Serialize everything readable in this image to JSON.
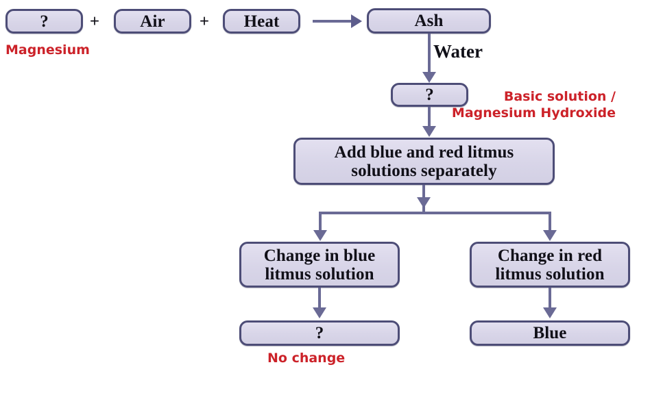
{
  "diagram": {
    "title": "Magnesium burning in air and litmus test flowchart",
    "colors": {
      "box_fill": "#dedbec",
      "box_border": "#4d4d77",
      "connector": "#6a6a95",
      "annotation_red": "#cc2229",
      "text": "#111018",
      "background": "#ffffff"
    },
    "nodes": {
      "reactant_unknown": "?",
      "air": "Air",
      "heat": "Heat",
      "product_ash": "Ash",
      "solution_unknown": "?",
      "add_litmus": "Add blue and red litmus\nsolutions separately",
      "add_litmus_line1": "Add blue and red litmus",
      "add_litmus_line2": "solutions separately",
      "blue_litmus_line1": "Change in blue",
      "blue_litmus_line2": "litmus solution",
      "red_litmus_line1": "Change in red",
      "red_litmus_line2": "litmus solution",
      "blue_result_unknown": "?",
      "red_result": "Blue"
    },
    "operators": {
      "plus_one": "+",
      "plus_two": "+"
    },
    "edge_labels": {
      "water": "Water"
    },
    "annotations": {
      "magnesium": "Magnesium",
      "basic_solution_line1": "Basic solution /",
      "basic_solution_line2": "Magnesium Hydroxide",
      "no_change": "No change"
    },
    "icons": {
      "arrow_right": "arrow-right-icon",
      "arrow_down": "arrow-down-icon"
    }
  }
}
